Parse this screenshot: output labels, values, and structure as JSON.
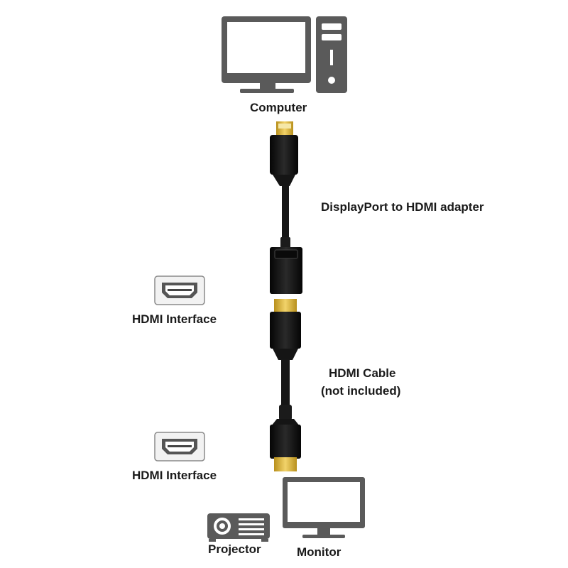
{
  "labels": {
    "computer": "Computer",
    "adapter": "DisplayPort to HDMI adapter",
    "hdmi_interface_top": "HDMI Interface",
    "hdmi_cable_line1": "HDMI Cable",
    "hdmi_cable_line2": "(not included)",
    "hdmi_interface_bottom": "HDMI Interface",
    "projector": "Projector",
    "monitor": "Monitor"
  },
  "icons": {
    "computer": "desktop-computer-icon",
    "hdmi_port": "hdmi-port-icon",
    "projector": "projector-icon",
    "monitor": "monitor-icon"
  },
  "colors": {
    "icon_gray": "#5a5a5a",
    "connector_black": "#111111",
    "gold": "#d8b030",
    "text": "#1a1a1a"
  }
}
